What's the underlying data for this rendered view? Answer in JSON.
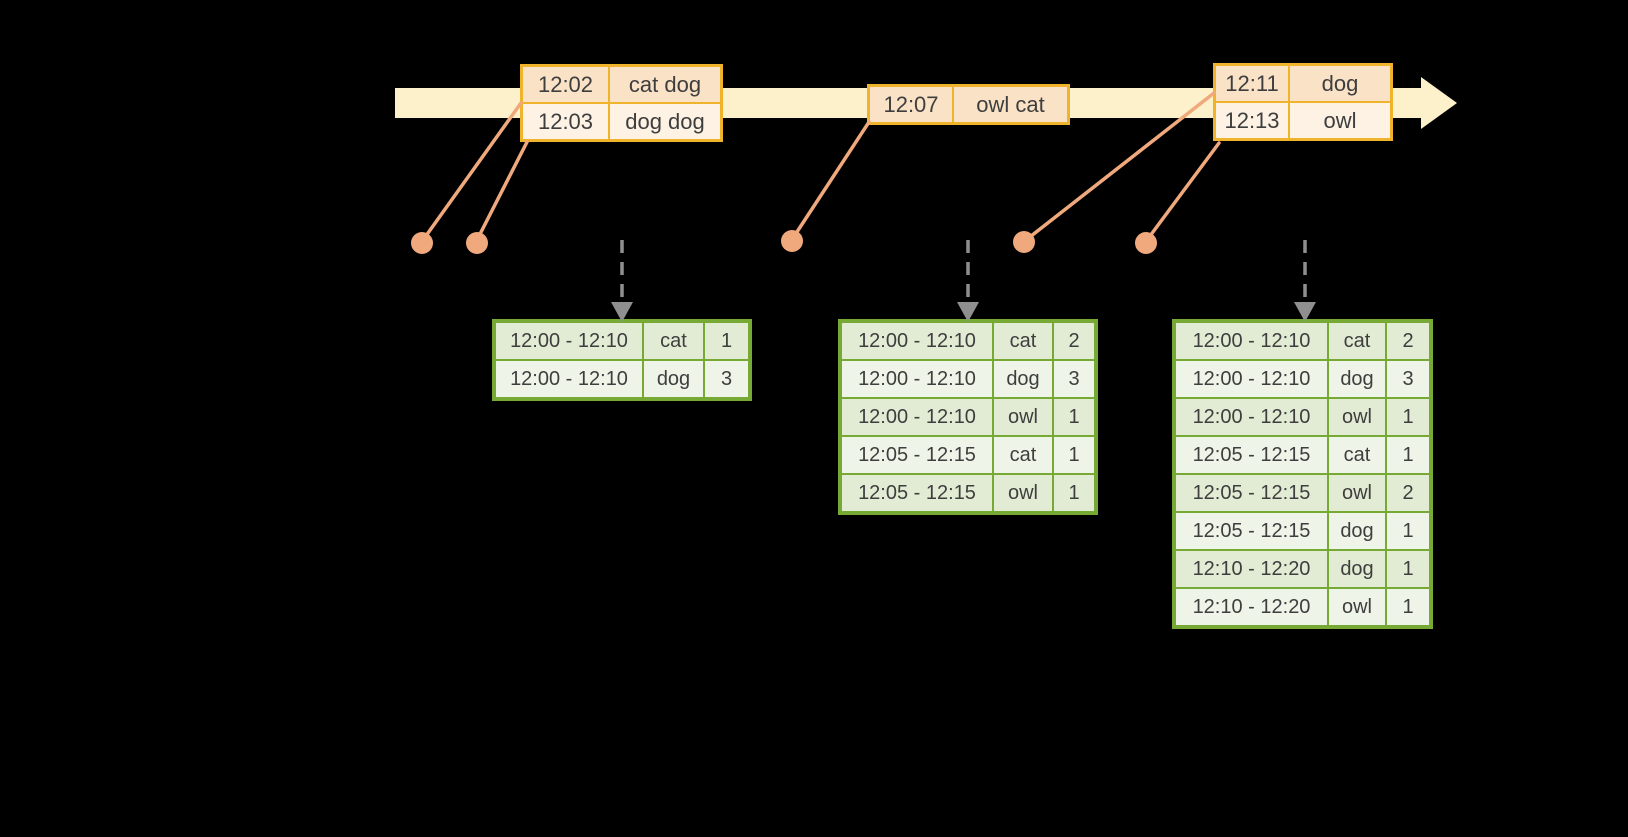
{
  "colors": {
    "background": "#000000",
    "timeline_fill": "#FCF1CA",
    "event_table_border": "#F0B32C",
    "event_row_dark": "#FAE2C7",
    "event_row_light": "#FDF2E3",
    "connector_salmon": "#F0A97C",
    "result_table_border": "#76AA34",
    "result_row_dark": "#E2ECD4",
    "result_row_light": "#EFF4E8",
    "trigger_arrow_gray": "#8F8F8F",
    "table_text": "#3E3E3E"
  },
  "icons": {
    "timeline_arrowhead": "triangle-right",
    "event_marker": "filled-circle",
    "trigger_arrow": "dashed-arrow-down"
  },
  "event_tables": [
    {
      "rows": [
        {
          "time": "12:02",
          "words": "cat dog"
        },
        {
          "time": "12:03",
          "words": "dog dog"
        }
      ]
    },
    {
      "rows": [
        {
          "time": "12:07",
          "words": "owl cat"
        }
      ]
    },
    {
      "rows": [
        {
          "time": "12:11",
          "words": "dog"
        },
        {
          "time": "12:13",
          "words": "owl"
        }
      ]
    }
  ],
  "result_tables": [
    {
      "rows": [
        {
          "window": "12:00 - 12:10",
          "word": "cat",
          "count": "1"
        },
        {
          "window": "12:00 - 12:10",
          "word": "dog",
          "count": "3"
        }
      ]
    },
    {
      "rows": [
        {
          "window": "12:00 - 12:10",
          "word": "cat",
          "count": "2"
        },
        {
          "window": "12:00 - 12:10",
          "word": "dog",
          "count": "3"
        },
        {
          "window": "12:00 - 12:10",
          "word": "owl",
          "count": "1"
        },
        {
          "window": "12:05 - 12:15",
          "word": "cat",
          "count": "1"
        },
        {
          "window": "12:05 - 12:15",
          "word": "owl",
          "count": "1"
        }
      ]
    },
    {
      "rows": [
        {
          "window": "12:00 - 12:10",
          "word": "cat",
          "count": "2"
        },
        {
          "window": "12:00 - 12:10",
          "word": "dog",
          "count": "3"
        },
        {
          "window": "12:00 - 12:10",
          "word": "owl",
          "count": "1"
        },
        {
          "window": "12:05 - 12:15",
          "word": "cat",
          "count": "1"
        },
        {
          "window": "12:05 - 12:15",
          "word": "owl",
          "count": "2"
        },
        {
          "window": "12:05 - 12:15",
          "word": "dog",
          "count": "1"
        },
        {
          "window": "12:10 - 12:20",
          "word": "dog",
          "count": "1"
        },
        {
          "window": "12:10 - 12:20",
          "word": "owl",
          "count": "1"
        }
      ]
    }
  ]
}
